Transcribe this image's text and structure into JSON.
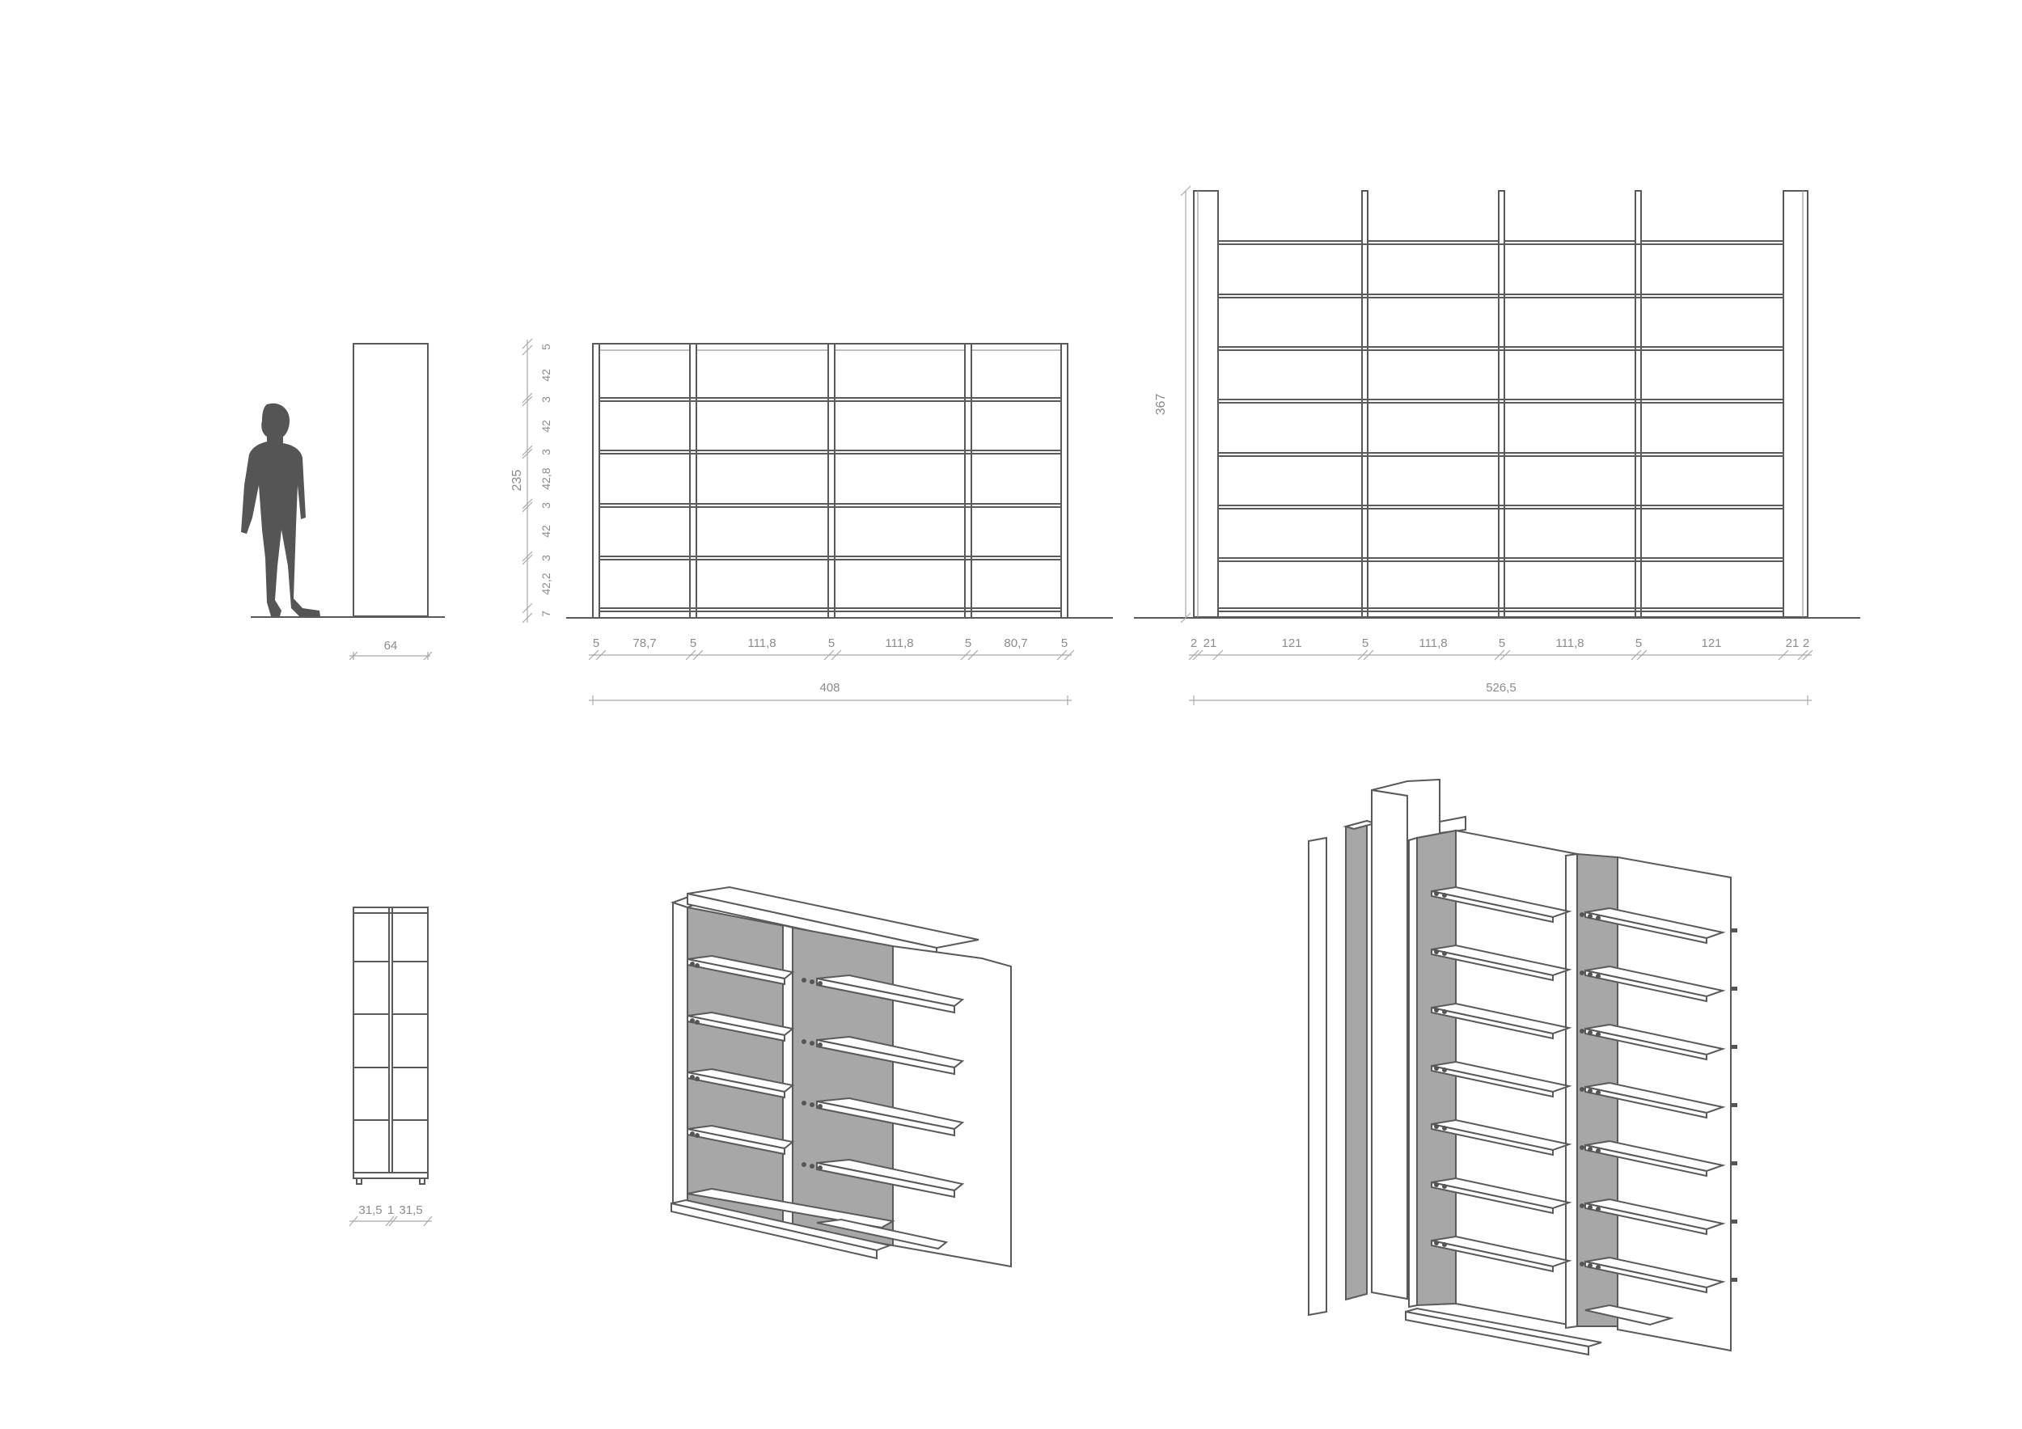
{
  "colors": {
    "line": "#5a5a5a",
    "dim": "#a9a9a9",
    "panel_gray": "#a7a7a7",
    "figure": "#555555"
  },
  "icons": {
    "person": "human-silhouette-icon"
  },
  "side_elevation": {
    "depth": "64"
  },
  "front_elevation_small": {
    "widths": [
      "5",
      "78,7",
      "5",
      "111,8",
      "5",
      "111,8",
      "5",
      "80,7",
      "5"
    ],
    "total_width": "408",
    "heights": [
      "5",
      "42",
      "3",
      "42",
      "3",
      "42,8",
      "3",
      "42",
      "3",
      "42,2",
      "7"
    ],
    "total_height": "235"
  },
  "front_elevation_large": {
    "widths": [
      "2",
      "21",
      "121",
      "5",
      "111,8",
      "5",
      "111,8",
      "5",
      "121",
      "21",
      "2"
    ],
    "total_width": "526,5",
    "total_height": "367"
  },
  "plan_view": {
    "depths": [
      "31,5",
      "1",
      "31,5"
    ]
  }
}
